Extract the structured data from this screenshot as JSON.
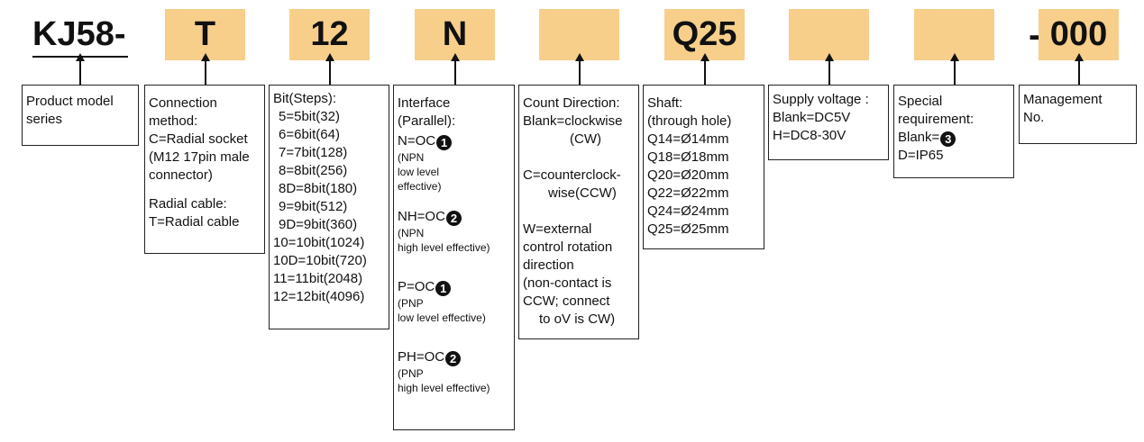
{
  "colors": {
    "code_box_fill": "#f7cf8b",
    "border": "#222222"
  },
  "series": "KJ58-",
  "separator": "-",
  "codes": {
    "connection": "T",
    "bits": "12",
    "interface": "N",
    "direction": "",
    "shaft": "Q25",
    "voltage": "",
    "special": "",
    "management": "000"
  },
  "descriptions": {
    "product": [
      "Product model",
      "series"
    ],
    "connection": {
      "lines": [
        "Connection",
        "method:",
        "C=Radial socket",
        "(M12 17pin male",
        " connector)"
      ],
      "lines2": [
        "Radial cable:",
        "T=Radial cable"
      ]
    },
    "bits": {
      "title": "Bit(Steps):",
      "options": [
        "5=5bit(32)",
        "6=6bit(64)",
        "7=7bit(128)",
        "8=8bit(256)",
        "8D=8bit(180)",
        "9=9bit(512)",
        "9D=9bit(360)",
        "10=10bit(1024)",
        "10D=10bit(720)",
        "11=11bit(2048)",
        "12=12bit(4096)"
      ]
    },
    "interface": {
      "title1": "Interface",
      "title2": "(Parallel):",
      "items": [
        {
          "label": "N=OC",
          "mark": "1",
          "notes": [
            "(NPN",
            "low level",
            "effective)"
          ]
        },
        {
          "label": "NH=OC",
          "mark": "2",
          "notes": [
            "(NPN",
            "high level effective)"
          ]
        },
        {
          "label": "P=OC",
          "mark": "1",
          "notes": [
            "(PNP",
            "low level  effective)"
          ]
        },
        {
          "label": "PH=OC",
          "mark": "2",
          "notes": [
            "(PNP",
            "high level effective)"
          ]
        }
      ]
    },
    "direction": {
      "lines": [
        "Count Direction:",
        "Blank=clockwise",
        "(CW)"
      ],
      "lines2": [
        "C=counterclock-",
        "wise(CCW)"
      ],
      "lines3": [
        "W=external",
        "control rotation",
        "direction",
        "(non-contact is",
        "CCW; connect",
        "to oV is CW)"
      ]
    },
    "shaft": {
      "lines": [
        "Shaft:",
        "(through hole)",
        "Q14=Ø14mm",
        "Q18=Ø18mm",
        "Q20=Ø20mm",
        "Q22=Ø22mm",
        "Q24=Ø24mm",
        "Q25=Ø25mm"
      ]
    },
    "voltage": {
      "lines": [
        "Supply voltage :",
        "Blank=DC5V",
        "H=DC8-30V"
      ]
    },
    "special": {
      "lines": [
        "Special",
        "requirement:"
      ],
      "blank_label": "Blank=",
      "blank_mark": "3",
      "ip": "D=IP65"
    },
    "management": {
      "lines": [
        "Management",
        "No."
      ]
    }
  }
}
